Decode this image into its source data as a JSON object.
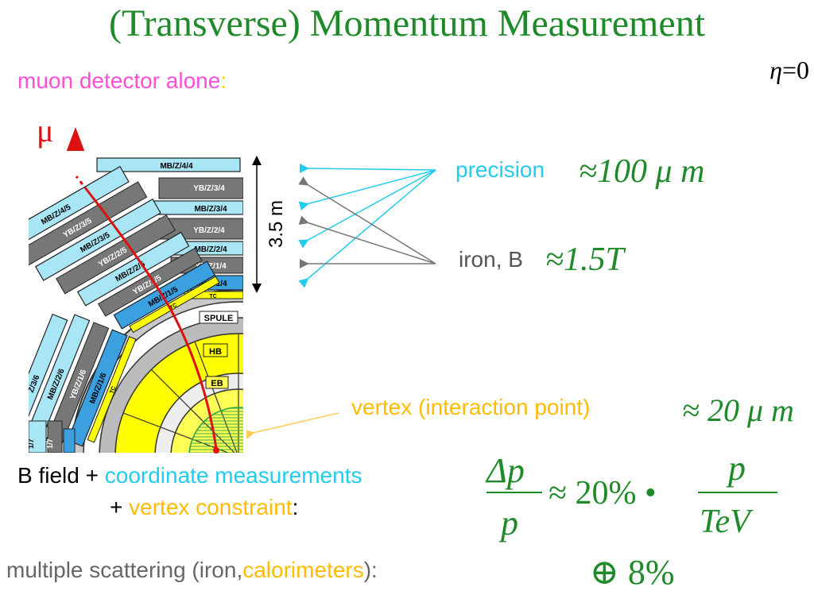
{
  "slide": {
    "title": "(Transverse) Momentum Measurement",
    "eta": {
      "symbol": "η",
      "eq": "=",
      "value": "0"
    },
    "muon_alone": {
      "text": "muon detector alone",
      "colon": ":"
    },
    "mu_symbol": "μ",
    "dimension_label": "3.5 m",
    "precision": {
      "label": "precision",
      "value": "≈100 μ m"
    },
    "iron": {
      "label": "iron, B",
      "value": "≈1.5T"
    },
    "vertex": {
      "label": "vertex (interaction point)",
      "value": "≈ 20 μ m"
    },
    "bfield": {
      "a": "B field",
      "plus": " + ",
      "b": "coordinate measurements"
    },
    "vertex_constraint": {
      "plus": "+ ",
      "text": "vertex constraint",
      "colon": ":"
    },
    "multiple_scattering": {
      "a": "multiple scattering (iron,",
      "b": "calorimeters",
      "c": "):"
    },
    "formula": {
      "num_left": "Δp",
      "den_left": "p",
      "mid": "≈ 20% •",
      "num_right": "p",
      "den_right": "TeV",
      "extra": "⊕ 8%"
    },
    "detector_labels": {
      "mb44": "MB/Z/4/4",
      "yb34": "YB/Z/3/4",
      "mb34": "MB/Z/3/4",
      "yb24": "YB/Z/2/4",
      "mb24": "MB/Z/2/4",
      "yb14": "YB/Z/1/4",
      "mb14": "MB/Z/1/4",
      "tc": "TC",
      "mb45": "MB/Z/4/5",
      "yb35": "YB/Z/3/5",
      "mb35": "MB/Z/3/5",
      "yb25": "YB/Z/2/5",
      "mb25": "MB/Z/2/5",
      "yb15": "YB/Z/1/5",
      "mb15": "MB/Z/1/5",
      "mb26": "MB/Z/2/6",
      "yb16": "YB/Z/1/6",
      "mb16": "MB/Z/1/6",
      "z36": "Z/3/6",
      "spule": "SPULE",
      "hb": "HB",
      "eb": "EB",
      "a17": "1/7",
      "b17": "1/7"
    },
    "colors": {
      "title_green": "#1f8a2a",
      "pink": "#ff4fd8",
      "cyan": "#22ccee",
      "gold": "#ffbb00",
      "grey": "#555555",
      "detector_lightblue": "#a8e6f5",
      "detector_blue": "#3aa0e0",
      "detector_grey": "#777777",
      "calorimeter_yellow": "#ffff00",
      "track_red": "#dd1111"
    }
  }
}
